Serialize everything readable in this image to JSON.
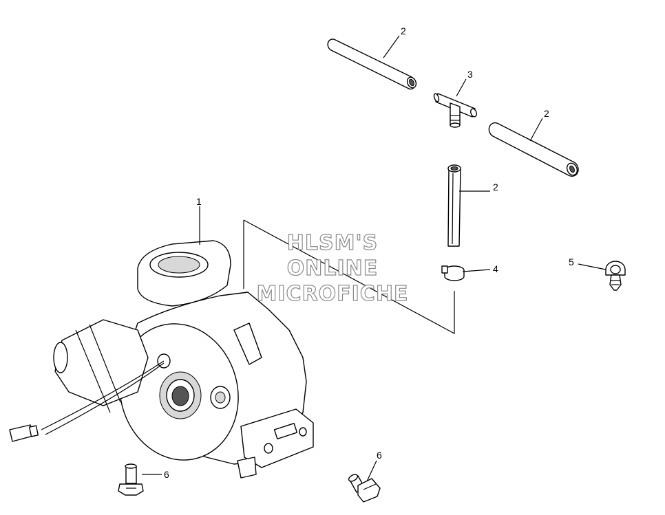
{
  "callouts": [
    {
      "id": "c1",
      "text": "1"
    },
    {
      "id": "c2a",
      "text": "2"
    },
    {
      "id": "c2b",
      "text": "2"
    },
    {
      "id": "c2c",
      "text": "2"
    },
    {
      "id": "c3",
      "text": "3"
    },
    {
      "id": "c4",
      "text": "4"
    },
    {
      "id": "c5",
      "text": "5"
    },
    {
      "id": "c6a",
      "text": "6"
    },
    {
      "id": "c6b",
      "text": "6"
    }
  ],
  "watermark": {
    "line1": "HLSM'S",
    "line2": "ONLINE",
    "line3": "MICROFICHE"
  }
}
